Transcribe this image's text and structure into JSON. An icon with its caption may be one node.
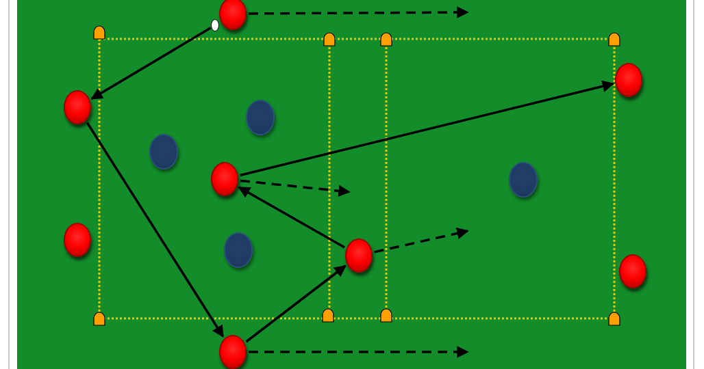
{
  "diagram": {
    "nodes": [
      {
        "text": [],
        "shape": "circle"
      },
      {
        "text": [],
        "shape": "circle"
      },
      {
        "text": [],
        "shape": "circle"
      },
      {
        "text": [],
        "shape": "circle"
      },
      {
        "text": [],
        "shape": "circle"
      },
      {
        "text": [],
        "shape": "circle"
      },
      {
        "text": [],
        "shape": "circle"
      },
      {
        "text": [],
        "shape": "circle"
      },
      {
        "text": [],
        "shape": "circle"
      },
      {
        "text": [],
        "shape": "circle"
      },
      {
        "text": [],
        "shape": "circle"
      },
      {
        "text": [],
        "shape": "circle"
      },
      {
        "text": [],
        "shape": "circle"
      }
    ],
    "edges": [
      {
        "from": 1,
        "to": 3,
        "arrow": "to"
      },
      {
        "from": 3,
        "to": 12,
        "arrow": "to"
      },
      {
        "from": 12,
        "to": 10,
        "arrow": "to"
      },
      {
        "from": 10,
        "to": 6,
        "arrow": "to"
      },
      {
        "from": 6,
        "to": 2,
        "arrow": "to"
      },
      {
        "from": 0,
        "to": null,
        "arrow": "to",
        "style": "dashed"
      },
      {
        "from": 6,
        "to": null,
        "arrow": "to",
        "style": "dashed"
      },
      {
        "from": 10,
        "to": null,
        "arrow": "to",
        "style": "dashed"
      },
      {
        "from": 12,
        "to": null,
        "arrow": "to",
        "style": "dashed"
      }
    ]
  }
}
